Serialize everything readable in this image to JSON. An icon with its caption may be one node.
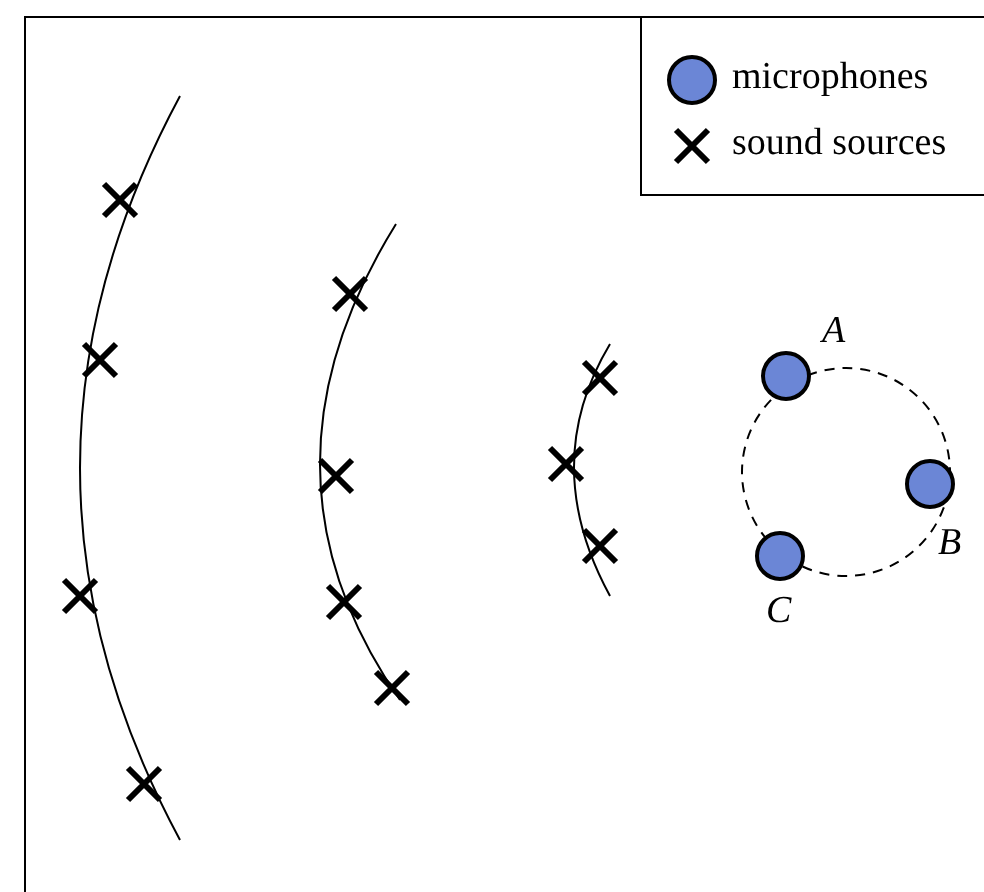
{
  "diagram": {
    "labels": [
      "A",
      "B",
      "C"
    ],
    "legend": [
      {
        "text": "microphones",
        "color": "#6b86d6"
      },
      {
        "text": "sound sources"
      }
    ]
  }
}
